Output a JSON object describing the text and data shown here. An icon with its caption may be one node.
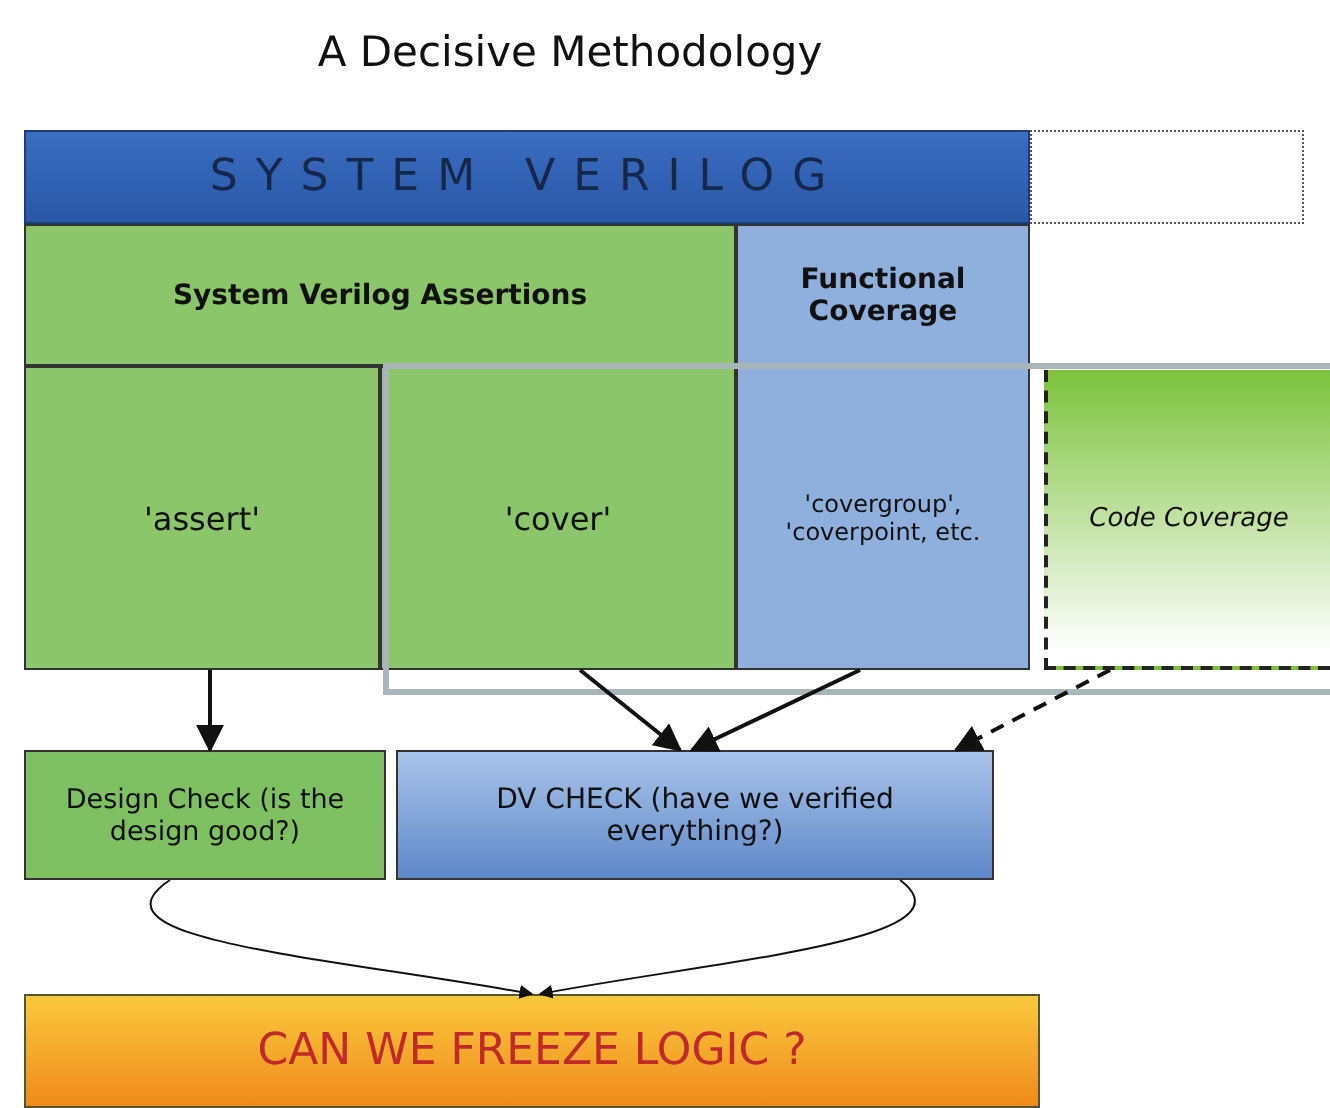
{
  "diagram": {
    "title": "A Decisive Methodology",
    "nodes": [
      {
        "text": [
          "SYSTEM VERILOG"
        ]
      },
      {
        "text": [],
        "shape": "box"
      },
      {
        "text": [
          "System Verilog Assertions"
        ]
      },
      {
        "text": [
          "Functional Coverage"
        ]
      },
      {
        "text": [
          "'assert'"
        ]
      },
      {
        "text": [
          "'cover'"
        ]
      },
      {
        "text": [
          "'covergroup', 'coverpoint, etc."
        ]
      },
      {
        "text": [
          "Code Coverage"
        ]
      },
      {
        "text": [
          "Design Check (is the design good?)"
        ]
      },
      {
        "text": [
          "DV CHECK (have we verified everything?)"
        ]
      },
      {
        "text": [
          "CAN WE FREEZE LOGIC ?"
        ]
      }
    ],
    "edges": [
      {
        "from": 4,
        "to": 8,
        "arrow": "to"
      },
      {
        "from": 5,
        "to": 9,
        "arrow": "to"
      },
      {
        "from": 6,
        "to": 9,
        "arrow": "to"
      },
      {
        "from": 7,
        "to": 9,
        "arrow": "to",
        "style": "dashed"
      },
      {
        "from": 8,
        "to": 10,
        "arrow": "to"
      },
      {
        "from": 9,
        "to": 10,
        "arrow": "to"
      }
    ]
  }
}
